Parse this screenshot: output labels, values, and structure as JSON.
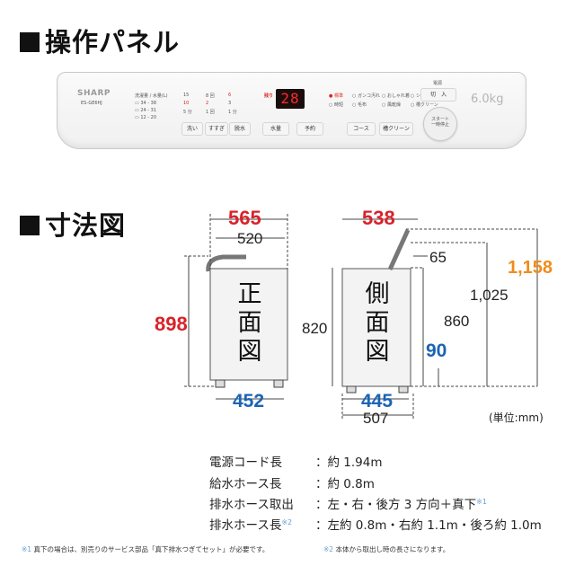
{
  "headings": {
    "panel": "操作パネル",
    "dimensions": "寸法図"
  },
  "panel": {
    "brand": "SHARP",
    "model": "ES-GE6HJ",
    "capacity": "6.0kg",
    "display": "28",
    "water_header": "洗濯量 / 水量(L)",
    "water_levels": [
      "34 - 38",
      "24 - 31",
      "12 - 20"
    ],
    "cols": [
      [
        "15",
        "10",
        "5 分"
      ],
      [
        "8 回",
        "2",
        "1 回"
      ],
      [
        "6",
        "3",
        "1 分"
      ]
    ],
    "col_headers": [
      "洗い",
      "すすぎ",
      "脱水"
    ],
    "nokori": "残り",
    "buttons": [
      "洗い",
      "すすぎ",
      "脱水",
      "水量",
      "予約",
      "コース",
      "槽クリーン"
    ],
    "courses": [
      "標準",
      "ガンコ汚れ",
      "おしゃれ着",
      "シワ抑え",
      "時短",
      "毛布",
      "風乾燥",
      "槽クリーン"
    ],
    "power": "電源",
    "onoff": "切　入",
    "start": "スタート\n一時停止"
  },
  "dimensions": {
    "front_label": "正面図",
    "side_label": "側面図",
    "front_width": "565",
    "front_inner_width": "520",
    "front_height": "898",
    "front_base": "452",
    "side_depth": "538",
    "side_height_body": "820",
    "side_base": "445",
    "side_bottom": "507",
    "side_65": "65",
    "side_860": "860",
    "side_1025": "1,025",
    "side_1158": "1,158",
    "side_90": "90",
    "unit": "(単位:mm)"
  },
  "specs": [
    {
      "key": "電源コード長",
      "value": "：約 1.94m",
      "note": ""
    },
    {
      "key": "給水ホース長",
      "value": "：約 0.8m",
      "note": ""
    },
    {
      "key": "排水ホース取出",
      "value": "：左・右・後方 3 方向＋真下",
      "note": "※1"
    },
    {
      "key": "排水ホース長",
      "value": "：左約 0.8m・右約 1.1m・後ろ約 1.0m",
      "note": "※2"
    }
  ],
  "footnotes": [
    {
      "mark": "※1",
      "text": "真下の場合は、別売りのサービス部品「真下排水つぎてセット」が必要です。"
    },
    {
      "mark": "※2",
      "text": "本体から取出し時の長さになります。"
    }
  ]
}
